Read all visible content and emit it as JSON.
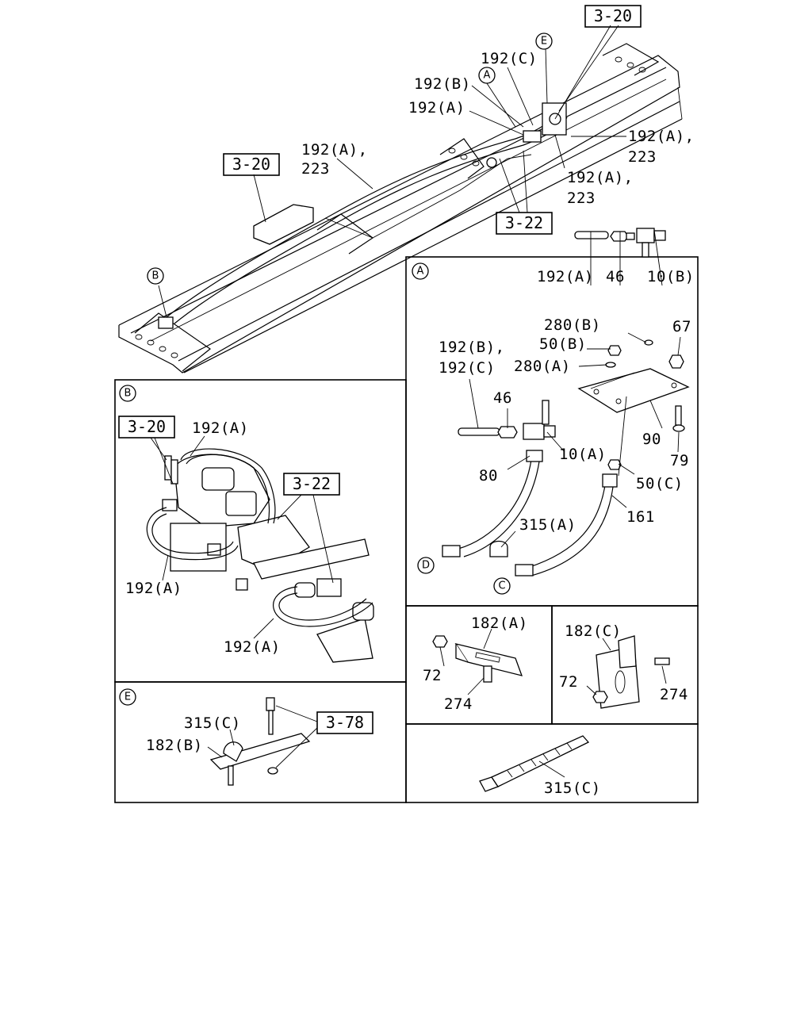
{
  "sections": {
    "A": "A",
    "B": "B",
    "C": "C",
    "D": "D",
    "E": "E"
  },
  "refs": {
    "r1": "3-20",
    "r2": "3-20",
    "r3": "3-22",
    "r4": "3-20",
    "r5": "3-22",
    "r6": "3-78"
  },
  "labels": {
    "top_192C": "192(C)",
    "top_192B": "192(B)",
    "top_192A": "192(A)",
    "top_192A_r1": "192(A),",
    "top_223_r1": "223",
    "top_192A_r2": "192(A),",
    "top_223_r2": "223",
    "top_192A_l": "192(A),",
    "top_223_l": "223",
    "a_192A": "192(A)",
    "a_46a": "46",
    "a_10B": "10(B)",
    "a_280B": "280(B)",
    "a_67": "67",
    "a_50B": "50(B)",
    "a_192B": "192(B),",
    "a_192C": "192(C)",
    "a_280A": "280(A)",
    "a_46b": "46",
    "a_90": "90",
    "a_10A": "10(A)",
    "a_79": "79",
    "a_80": "80",
    "a_50C": "50(C)",
    "a_315A": "315(A)",
    "a_161": "161",
    "b_192A_top": "192(A)",
    "b_192A_left": "192(A)",
    "b_192A_bot": "192(A)",
    "c1_182A": "182(A)",
    "c1_72": "72",
    "c1_274": "274",
    "c2_182C": "182(C)",
    "c2_72": "72",
    "c2_274": "274",
    "e_315C": "315(C)",
    "e_182B": "182(B)",
    "f_315C": "315(C)"
  }
}
